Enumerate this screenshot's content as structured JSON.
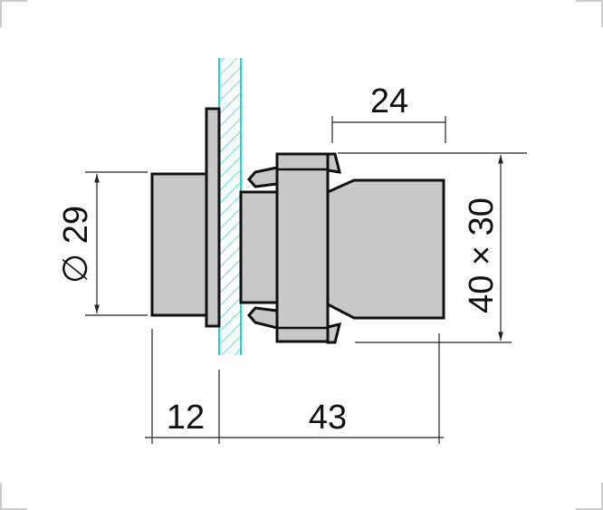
{
  "dimensions": {
    "diameter": "∅ 29",
    "front_length": "12",
    "rear_length": "43",
    "body_length": "24",
    "body_size": "40 × 30"
  },
  "colors": {
    "part_fill": "#c8c8c8",
    "outline": "#111111",
    "panel_hatch": "#22d3d3"
  }
}
